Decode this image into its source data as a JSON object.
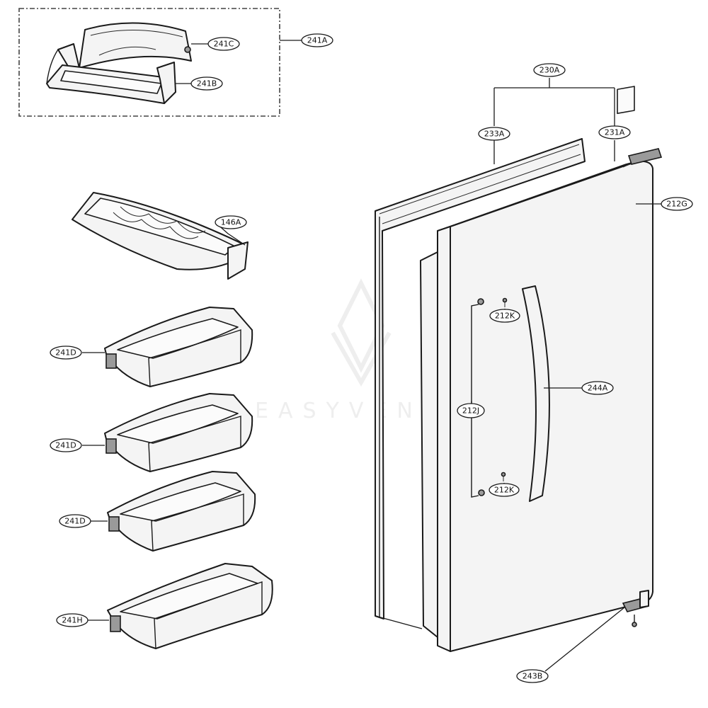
{
  "labels": {
    "kit_241a": "241A",
    "cover_241c": "241C",
    "basket_241b": "241B",
    "bin_146a": "146A",
    "bin_241d_1": "241D",
    "bin_241d_2": "241D",
    "bin_241d_3": "241D",
    "bin_241h": "241H",
    "door_assy_230a": "230A",
    "gasket_233a": "233A",
    "door_231a": "231A",
    "badge_212g": "212G",
    "screw_212k_top": "212K",
    "screw_212k_bottom": "212K",
    "handle_244a": "244A",
    "bracket_212j": "212J",
    "hinge_243b": "243B"
  }
}
